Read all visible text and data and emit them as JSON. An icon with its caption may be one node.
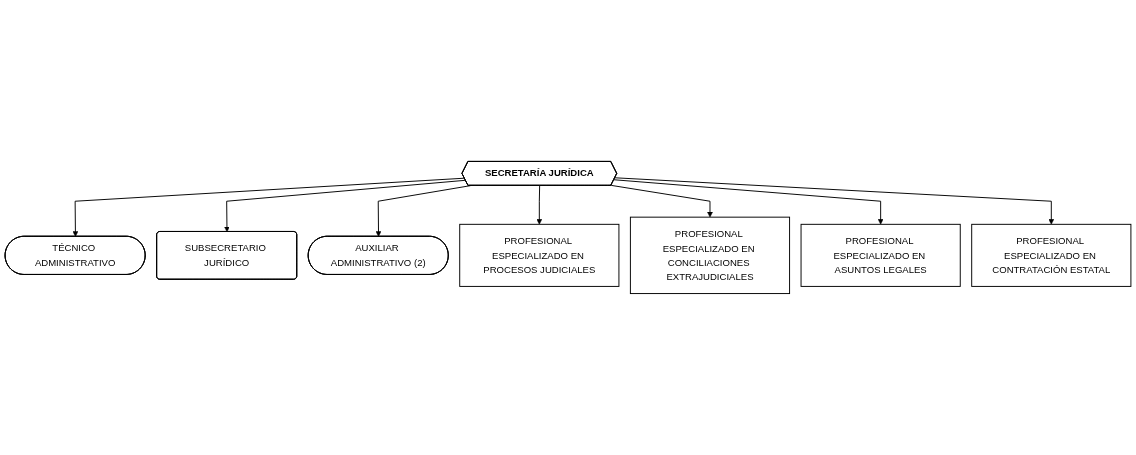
{
  "diagram": {
    "nodes": [
      {
        "text": [
          "SECRETARÍA JURÍDICA"
        ]
      },
      {
        "text": [
          "TÉCNICO ADMINISTRATIVO"
        ]
      },
      {
        "text": [
          "SUBSECRETARIO JURÍDICO"
        ]
      },
      {
        "text": [
          "AUXILIAR ADMINISTRATIVO (2)"
        ]
      },
      {
        "text": [
          "PROFESIONAL ESPECIALIZADO EN PROCESOS JUDICIALES"
        ]
      },
      {
        "text": [
          "PROFESIONAL ESPECIALIZADO EN CONCILIACIONES EXTRAJUDICIALES"
        ]
      },
      {
        "text": [
          "PROFESIONAL ESPECIALIZADO EN ASUNTOS LEGALES"
        ]
      },
      {
        "text": [
          "PROFESIONAL ESPECIALIZADO EN CONTRATACIÓN ESTATAL"
        ]
      }
    ],
    "edges": [
      {
        "from": 0,
        "to": 1,
        "arrow": "to"
      },
      {
        "from": 0,
        "to": 2,
        "arrow": "to"
      },
      {
        "from": 0,
        "to": 3,
        "arrow": "to"
      },
      {
        "from": 0,
        "to": 4,
        "arrow": "to"
      },
      {
        "from": 0,
        "to": 5,
        "arrow": "to"
      },
      {
        "from": 0,
        "to": 6,
        "arrow": "to"
      },
      {
        "from": 0,
        "to": 7,
        "arrow": "to"
      }
    ]
  }
}
